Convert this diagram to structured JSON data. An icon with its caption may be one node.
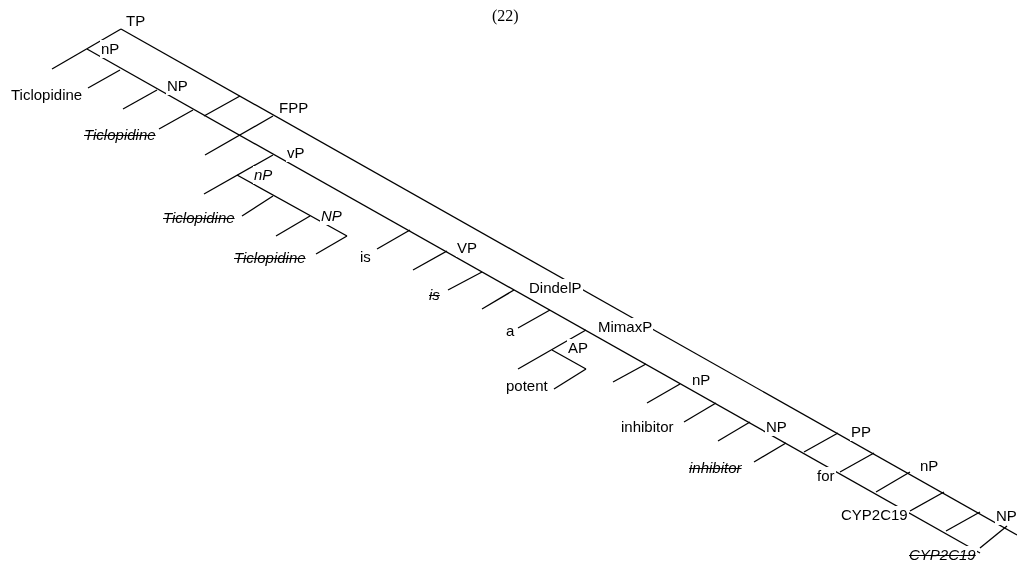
{
  "diagram": {
    "title": "(22)",
    "labels": [
      "TP",
      "nP",
      "Ticlopidine",
      "NP",
      "FPP",
      "Ticlopidine",
      "vP",
      "nP",
      "Ticlopidine",
      "NP",
      "Ticlopidine",
      "is",
      "VP",
      "is",
      "DindelP",
      "a",
      "MimaxP",
      "AP",
      "potent",
      "nP",
      "inhibitor",
      "NP",
      "PP",
      "inhibitor",
      "for",
      "nP",
      "CYP2C19",
      "NP",
      "CYP2C19"
    ]
  }
}
